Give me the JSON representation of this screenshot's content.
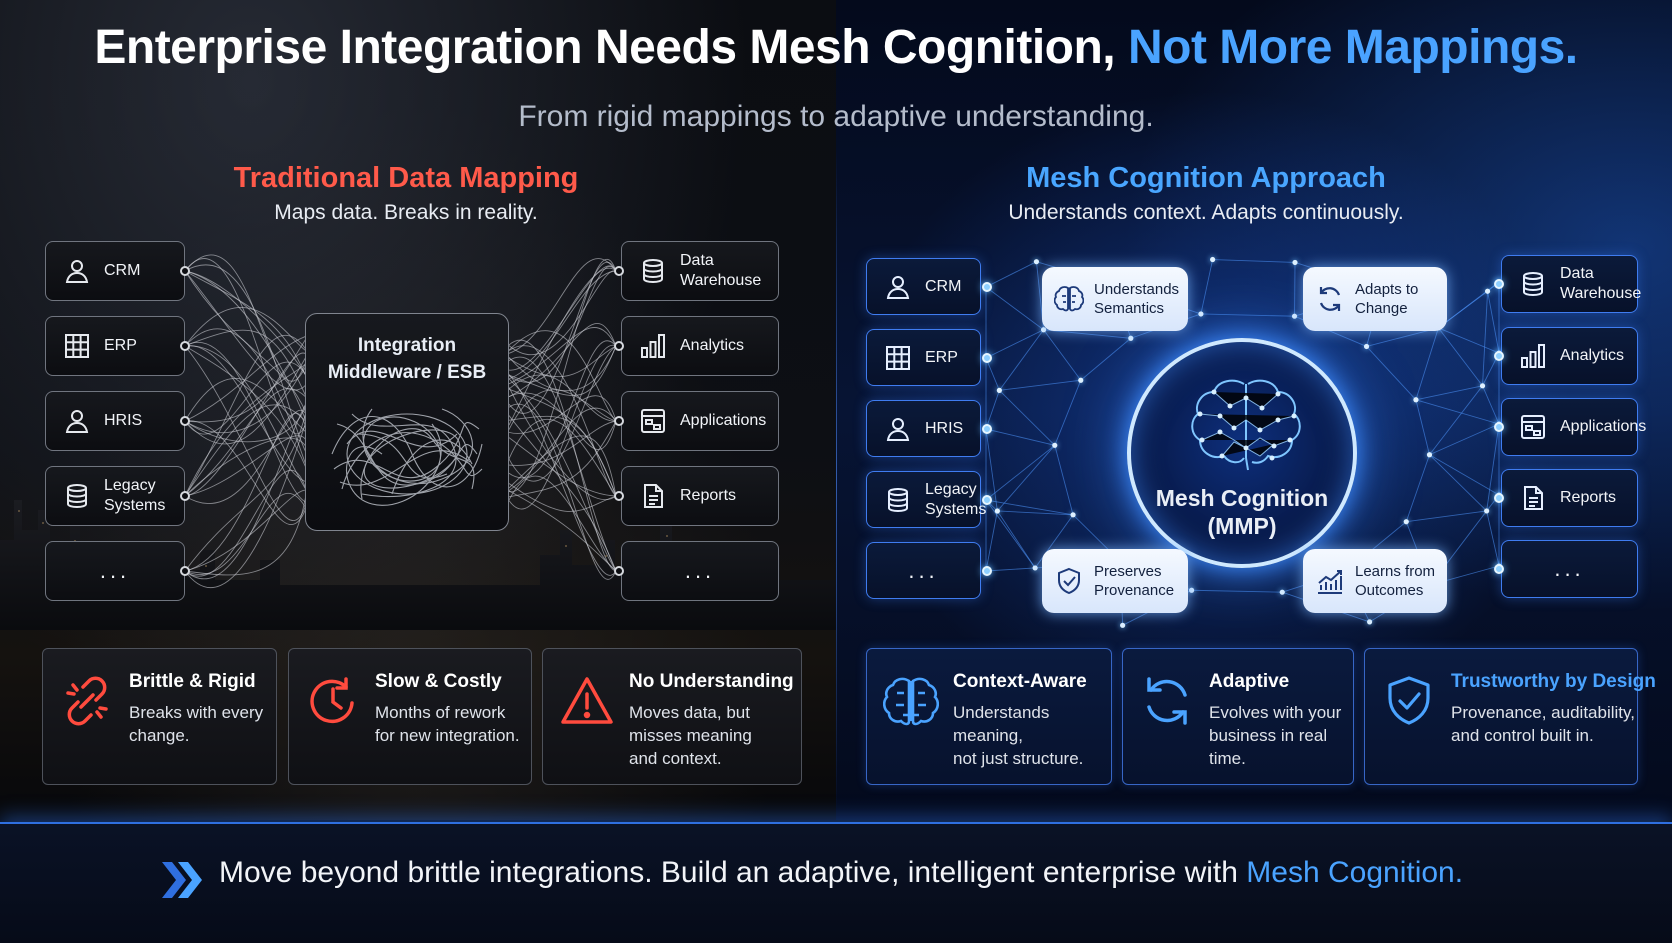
{
  "title": {
    "main": "Enterprise Integration Needs Mesh Cognition,",
    "accent": "Not More Mappings."
  },
  "subtitle": "From rigid mappings to adaptive understanding.",
  "left": {
    "heading": "Traditional Data Mapping",
    "subheading": "Maps data. Breaks in reality.",
    "sources": [
      {
        "label": "CRM",
        "icon": "user-icon"
      },
      {
        "label": "ERP",
        "icon": "grid-icon"
      },
      {
        "label": "HRIS",
        "icon": "user-icon"
      },
      {
        "label": "Legacy\nSystems",
        "icon": "database-icon"
      },
      {
        "label": "...",
        "icon": ""
      }
    ],
    "middleware": "Integration\nMiddleware / ESB",
    "targets": [
      {
        "label": "Data\nWarehouse",
        "icon": "database-icon"
      },
      {
        "label": "Analytics",
        "icon": "bar-chart-icon"
      },
      {
        "label": "Applications",
        "icon": "app-window-icon"
      },
      {
        "label": "Reports",
        "icon": "document-icon"
      },
      {
        "label": "...",
        "icon": ""
      }
    ],
    "cards": [
      {
        "title": "Brittle & Rigid",
        "desc": "Breaks with every\nchange.",
        "icon": "broken-link-icon"
      },
      {
        "title": "Slow & Costly",
        "desc": "Months of rework\nfor new integration.",
        "icon": "clock-icon"
      },
      {
        "title": "No Understanding",
        "desc": "Moves data, but\nmisses meaning\nand context.",
        "icon": "warning-icon"
      }
    ]
  },
  "right": {
    "heading": "Mesh Cognition Approach",
    "subheading": "Understands context. Adapts continuously.",
    "sources": [
      {
        "label": "CRM",
        "icon": "user-icon"
      },
      {
        "label": "ERP",
        "icon": "grid-icon"
      },
      {
        "label": "HRIS",
        "icon": "user-icon"
      },
      {
        "label": "Legacy\nSystems",
        "icon": "database-icon"
      },
      {
        "label": "...",
        "icon": ""
      }
    ],
    "core": "Mesh Cognition\n(MMP)",
    "capabilities": [
      {
        "label": "Understands\nSemantics",
        "icon": "brain-icon"
      },
      {
        "label": "Adapts to\nChange",
        "icon": "refresh-icon"
      },
      {
        "label": "Preserves\nProvenance",
        "icon": "shield-check-icon"
      },
      {
        "label": "Learns from\nOutcomes",
        "icon": "growth-chart-icon"
      }
    ],
    "targets": [
      {
        "label": "Data\nWarehouse",
        "icon": "database-icon"
      },
      {
        "label": "Analytics",
        "icon": "bar-chart-icon"
      },
      {
        "label": "Applications",
        "icon": "app-window-icon"
      },
      {
        "label": "Reports",
        "icon": "document-icon"
      },
      {
        "label": "...",
        "icon": ""
      }
    ],
    "cards": [
      {
        "title": "Context-Aware",
        "desc": "Understands meaning,\nnot just structure.",
        "icon": "brain-icon"
      },
      {
        "title": "Adaptive",
        "desc": "Evolves with your\nbusiness in real time.",
        "icon": "refresh-icon"
      },
      {
        "title": "Trustworthy by Design",
        "desc": "Provenance, auditability,\nand control built in.",
        "icon": "shield-check-icon"
      }
    ]
  },
  "footer": {
    "text": "Move beyond brittle integrations. Build an adaptive, intelligent enterprise with",
    "accent": "Mesh Cognition."
  },
  "colors": {
    "accent_blue": "#4aa3ff",
    "left_heading": "#ff5a4a",
    "right_heading": "#49a6ff",
    "card_icon_red": "#ff4b3e"
  }
}
